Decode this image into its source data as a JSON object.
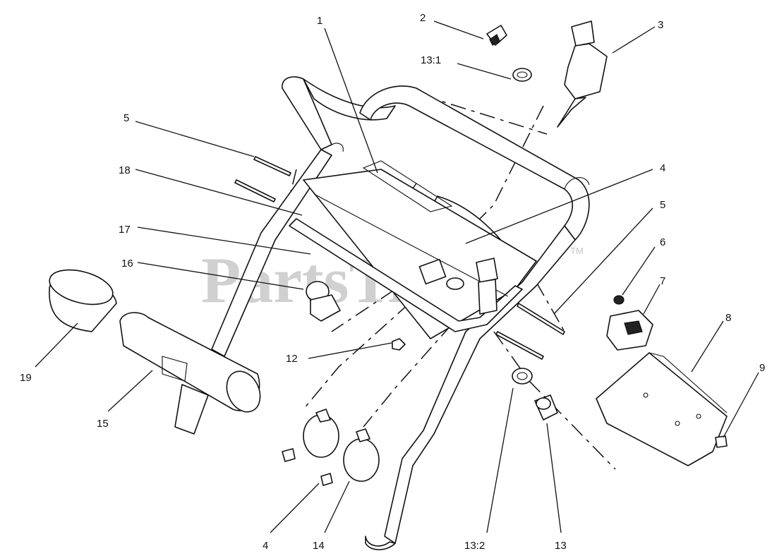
{
  "watermark": {
    "text": "PartsTree",
    "trademark": "TM"
  },
  "callouts": [
    {
      "id": "c1",
      "label": "1"
    },
    {
      "id": "c2",
      "label": "2"
    },
    {
      "id": "c3",
      "label": "3"
    },
    {
      "id": "c13-1",
      "label": "13:1"
    },
    {
      "id": "c5a",
      "label": "5"
    },
    {
      "id": "c18",
      "label": "18"
    },
    {
      "id": "c4a",
      "label": "4"
    },
    {
      "id": "c5b",
      "label": "5"
    },
    {
      "id": "c17",
      "label": "17"
    },
    {
      "id": "c16",
      "label": "16"
    },
    {
      "id": "c6",
      "label": "6"
    },
    {
      "id": "c7",
      "label": "7"
    },
    {
      "id": "c8",
      "label": "8"
    },
    {
      "id": "c9",
      "label": "9"
    },
    {
      "id": "c12",
      "label": "12"
    },
    {
      "id": "c19",
      "label": "19"
    },
    {
      "id": "c15",
      "label": "15"
    },
    {
      "id": "c4b",
      "label": "4"
    },
    {
      "id": "c14",
      "label": "14"
    },
    {
      "id": "c13-2",
      "label": "13:2"
    },
    {
      "id": "c13",
      "label": "13"
    }
  ]
}
